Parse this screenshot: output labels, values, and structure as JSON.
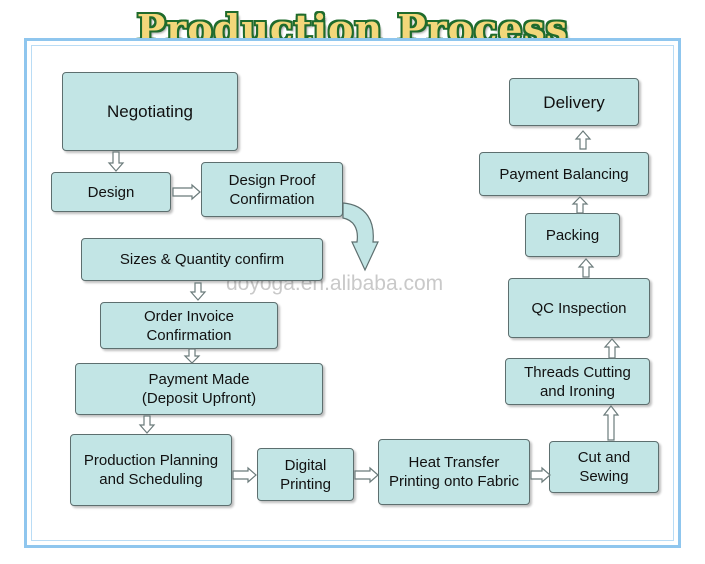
{
  "title": "Production Process",
  "watermark": "doyoga.en.alibaba.com",
  "steps": {
    "negotiating": "Negotiating",
    "design": "Design",
    "design_proof": "Design Proof\nConfirmation",
    "sizes": "Sizes & Quantity confirm",
    "order_invoice": "Order Invoice\nConfirmation",
    "payment_made": "Payment Made\n(Deposit Upfront)",
    "production_planning": "Production Planning\nand Scheduling",
    "digital_printing": "Digital\nPrinting",
    "heat_transfer": "Heat Transfer\nPrinting onto Fabric",
    "cut_sewing": "Cut and\nSewing",
    "threads_cutting": "Threads Cutting\nand Ironing",
    "qc_inspection": "QC Inspection",
    "packing": "Packing",
    "payment_balancing": "Payment Balancing",
    "delivery": "Delivery"
  },
  "colors": {
    "box_fill": "#c2e5e5",
    "box_border": "#5d6f6f",
    "frame_border": "#8fc6ee",
    "title_fill": "#f3d77a",
    "title_outline": "#1f6b2c"
  }
}
